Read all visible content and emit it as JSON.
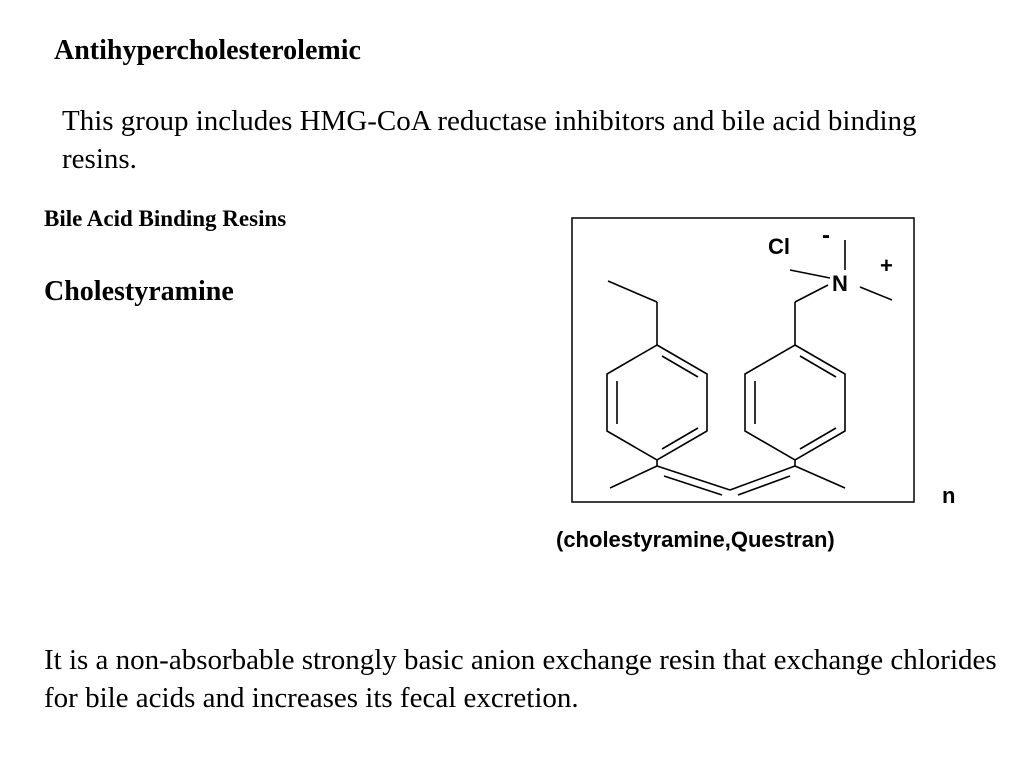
{
  "slide": {
    "title": "Antihypercholesterolemic",
    "intro": "This group includes HMG-CoA reductase inhibitors and bile acid binding resins.",
    "subheading": "Bile Acid Binding Resins",
    "drug_name": "Cholestyramine",
    "description": "It is a non-absorbable strongly basic anion exchange resin that exchange chlorides for bile acids and increases its fecal excretion."
  },
  "structure": {
    "counter_ion": "Cl",
    "minus_charge": "-",
    "nitrogen": "N",
    "plus_charge": "+",
    "repeat_subscript": "n",
    "caption": "(cholestyramine,Questran)"
  }
}
